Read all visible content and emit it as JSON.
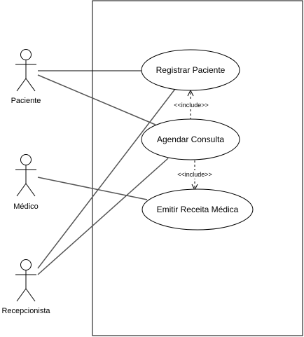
{
  "actors": [
    {
      "id": "paciente",
      "name": "Paciente"
    },
    {
      "id": "medico",
      "name": "Médico"
    },
    {
      "id": "recepcionista",
      "name": "Recepcionista"
    }
  ],
  "use_cases": [
    {
      "id": "registrar",
      "name": "Registrar Paciente"
    },
    {
      "id": "agendar",
      "name": "Agendar Consulta"
    },
    {
      "id": "emitir",
      "name": "Emitir Receita Médica"
    }
  ],
  "associations": [
    {
      "actor": "paciente",
      "use_case": "registrar"
    },
    {
      "actor": "paciente",
      "use_case": "agendar"
    },
    {
      "actor": "medico",
      "use_case": "emitir"
    },
    {
      "actor": "recepcionista",
      "use_case": "registrar"
    },
    {
      "actor": "recepcionista",
      "use_case": "agendar"
    }
  ],
  "includes": [
    {
      "from": "agendar",
      "to": "registrar",
      "label": "<<include>>"
    },
    {
      "from": "agendar",
      "to": "emitir",
      "label": "<<include>>"
    }
  ]
}
